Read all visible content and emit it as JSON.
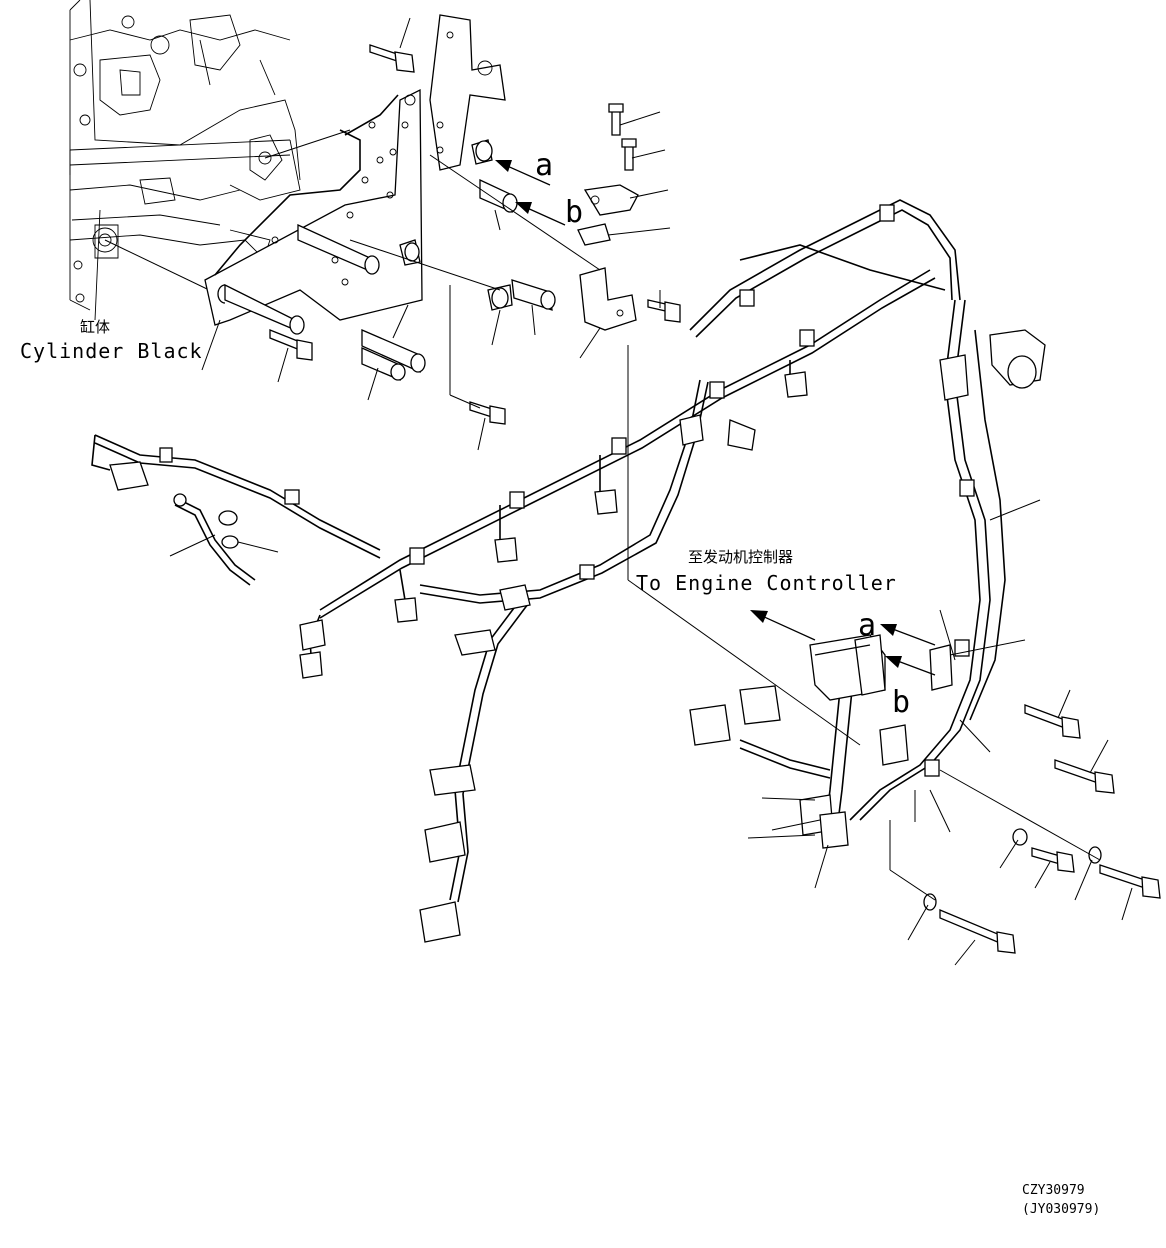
{
  "labels": {
    "cylinder_cn": "缸体",
    "cylinder_en": "Cylinder Black",
    "controller_cn": "至发动机控制器",
    "controller_en": "To Engine Controller",
    "view_a_top": "a",
    "view_b_top": "b",
    "view_a_bottom": "a",
    "view_b_bottom": "b"
  },
  "drawing_code": {
    "primary": "CZY30979",
    "secondary": "(JY030979)"
  }
}
